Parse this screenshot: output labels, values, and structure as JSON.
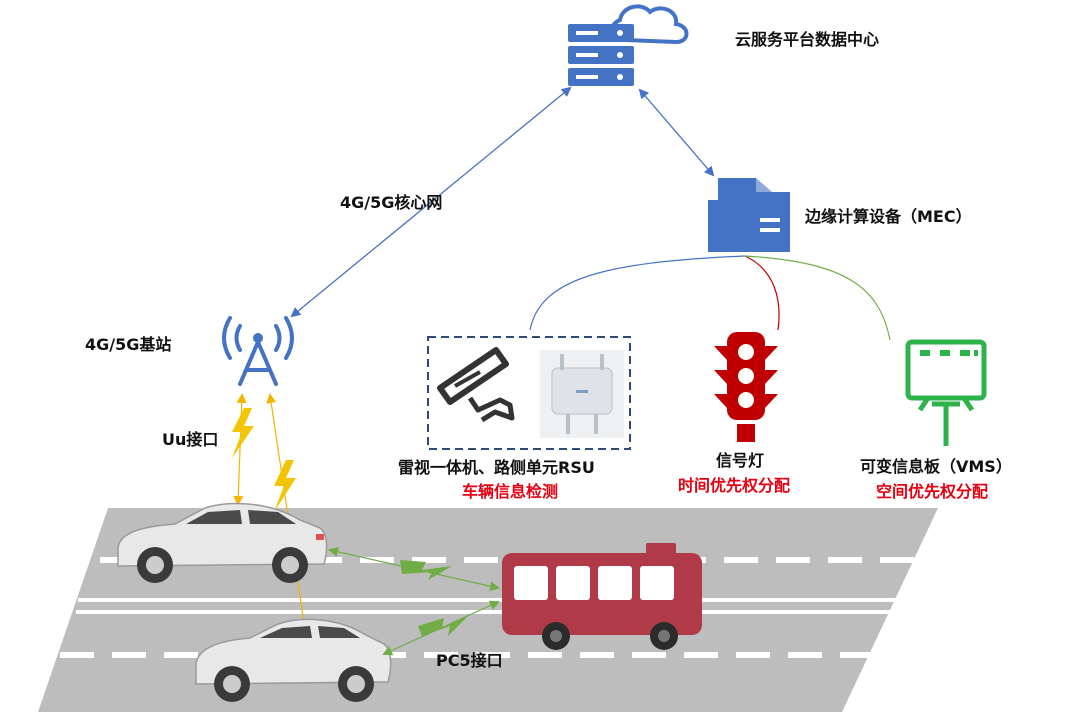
{
  "labels": {
    "cloud_center": "云服务平台数据中心",
    "core_network": "4G/5G核心网",
    "mec": "边缘计算设备（MEC）",
    "base_station": "4G/5G基站",
    "uu_interface": "Uu接口",
    "pc5_interface": "PC5接口",
    "rsu": "雷视一体机、路侧单元RSU",
    "rsu_function": "车辆信息检测",
    "signal_light": "信号灯",
    "signal_function": "时间优先权分配",
    "vms": "可变信息板（VMS）",
    "vms_function": "空间优先权分配"
  },
  "colors": {
    "device_blue": "#4472c4",
    "alert_red": "#e60012",
    "signal_red": "#c00000",
    "vms_green": "#2db34a",
    "bus_red": "#b03a48",
    "road_gray": "#bdbdbd",
    "lightning_yellow": "#f5c400",
    "pc5_green": "#70ad47"
  }
}
